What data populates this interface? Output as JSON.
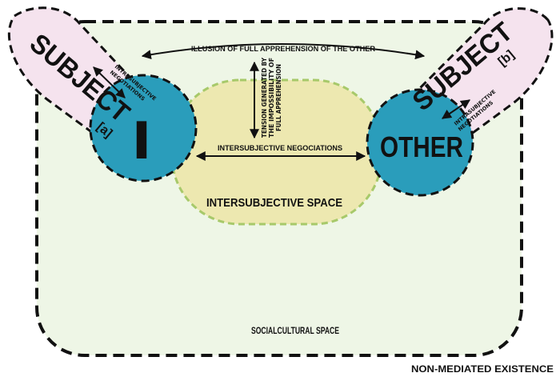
{
  "diagram": {
    "outer_label": "NON-MEDIATED EXISTENCE",
    "sociocultural_label": "SOCIALCULTURAL SPACE",
    "intersubjective_space_label": "INTERSUBJECTIVE SPACE",
    "illusion_label": "ILLUSION OF FULL APPREHENSION OF THE OTHER",
    "negotiations_label": "INTERSUBJECTIVE NEGOCIATIONS",
    "tension_label_1": "TENSION GENERATED BY",
    "tension_label_2": "THE IMPOSSIBILITY OF",
    "tension_label_3": "FULL APPREHENSION",
    "subject_a": {
      "label": "SUBJECT",
      "tag": "[a]",
      "self_label": "I",
      "negotiation_1": "INTRASUBJECTIVE",
      "negotiation_2": "NEGOTIATIONS"
    },
    "subject_b": {
      "label": "SUBJECT",
      "tag": "[b]",
      "self_label": "OTHER",
      "negotiation_1": "INTRASUBJECTIVE",
      "negotiation_2": "NEGOTIATIONS"
    },
    "colors": {
      "sociocultural_fill": "#eef6e6",
      "intersubjective_fill": "#ede8b0",
      "intersubjective_stroke": "#a7c96a",
      "subject_fill": "#2a9dbb",
      "subject_bubble_fill": "#f5e3ee"
    }
  }
}
